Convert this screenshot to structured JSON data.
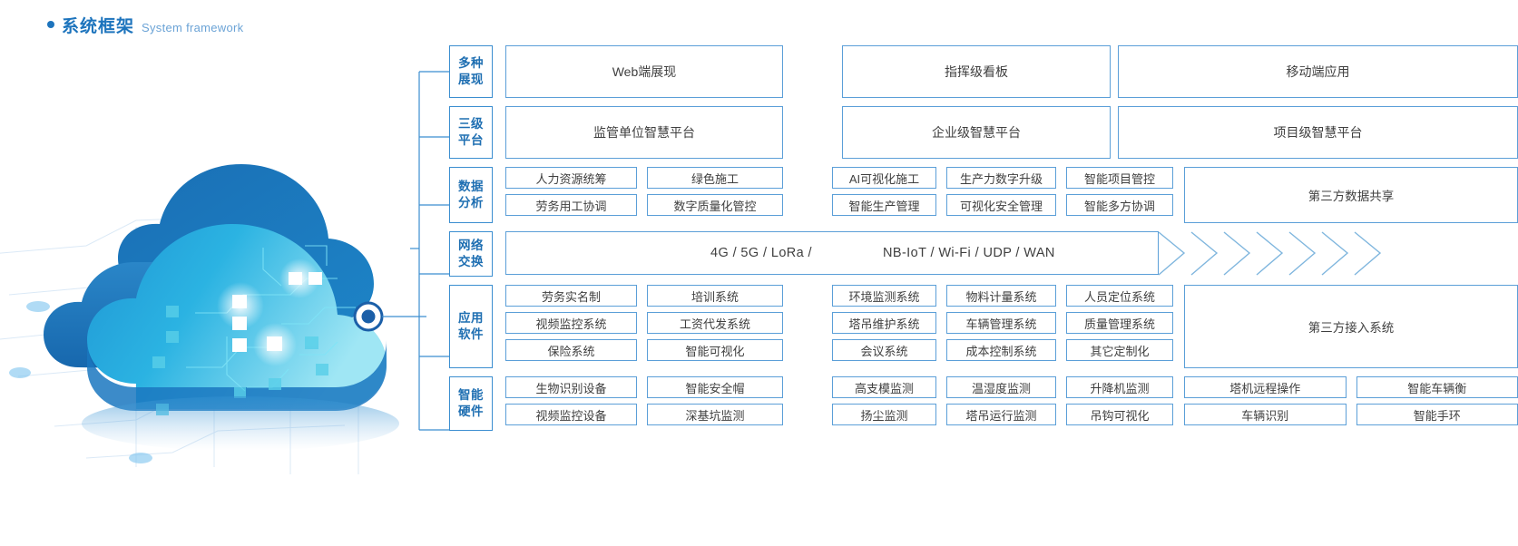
{
  "header": {
    "title_cn": "系统框架",
    "title_en": "System framework",
    "bullet_color": "#1d74bd",
    "title_color": "#1d74bd",
    "subtitle_color": "#6ba3d6"
  },
  "theme": {
    "border_color": "#5b9fd8",
    "label_border_color": "#3b8ed0",
    "label_text_color": "#1f6fb2",
    "text_color": "#3f3f3f",
    "background": "#ffffff",
    "cloud_dark_blue": "#1f78c1",
    "cloud_mid_blue": "#1f9ad6",
    "cloud_light_cyan": "#7fdcf0",
    "node_ring_color": "#1b5fa8"
  },
  "artwork": {
    "name": "cloud-computing-illustration",
    "node_label": "connection-node"
  },
  "rows": [
    {
      "id": "presentation",
      "label": "多种\n展现",
      "label_lines": [
        "多种",
        "展现"
      ],
      "kind": "big",
      "boxes": [
        "Web端展现",
        "指挥级看板",
        "移动端应用"
      ]
    },
    {
      "id": "platform",
      "label_lines": [
        "三级",
        "平台"
      ],
      "kind": "big",
      "boxes": [
        "监管单位智慧平台",
        "企业级智慧平台",
        "项目级智慧平台"
      ]
    },
    {
      "id": "data-analysis",
      "label_lines": [
        "数据",
        "分析"
      ],
      "kind": "chips",
      "group_a": [
        [
          "人力资源统筹",
          "绿色施工"
        ],
        [
          "劳务用工协调",
          "数字质量化管控"
        ]
      ],
      "group_b": [
        [
          "AI可视化施工",
          "生产力数字升级",
          "智能项目管控"
        ],
        [
          "智能生产管理",
          "可视化安全管理",
          "智能多方协调"
        ]
      ],
      "side_box": "第三方数据共享"
    },
    {
      "id": "network",
      "label_lines": [
        "网络",
        "交换"
      ],
      "kind": "network",
      "text_1": "4G / 5G / LoRa /",
      "text_2": "NB-IoT / Wi-Fi / UDP / WAN",
      "chevron_count": 7
    },
    {
      "id": "application-software",
      "label_lines": [
        "应用",
        "软件"
      ],
      "kind": "chips",
      "group_a": [
        [
          "劳务实名制",
          "培训系统"
        ],
        [
          "视频监控系统",
          "工资代发系统"
        ],
        [
          "保险系统",
          "智能可视化"
        ]
      ],
      "group_b": [
        [
          "环境监测系统",
          "物料计量系统",
          "人员定位系统"
        ],
        [
          "塔吊维护系统",
          "车辆管理系统",
          "质量管理系统"
        ],
        [
          "会议系统",
          "成本控制系统",
          "其它定制化"
        ]
      ],
      "side_box": "第三方接入系统"
    },
    {
      "id": "smart-hardware",
      "label_lines": [
        "智能",
        "硬件"
      ],
      "kind": "chips-wide",
      "group_a": [
        [
          "生物识别设备",
          "智能安全帽"
        ],
        [
          "视频监控设备",
          "深基坑监测"
        ]
      ],
      "group_b": [
        [
          "高支模监测",
          "温湿度监测",
          "升降机监测"
        ],
        [
          "扬尘监测",
          "塔吊运行监测",
          "吊钩可视化"
        ]
      ],
      "group_c": [
        [
          "塔机远程操作",
          "智能车辆衡"
        ],
        [
          "车辆识别",
          "智能手环"
        ]
      ]
    }
  ]
}
